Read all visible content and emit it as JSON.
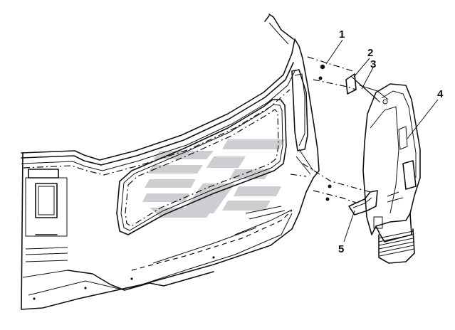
{
  "diagram": {
    "callouts": [
      {
        "id": "c1",
        "label": "1"
      },
      {
        "id": "c2",
        "label": "2"
      },
      {
        "id": "c3",
        "label": "3"
      },
      {
        "id": "c4",
        "label": "4"
      },
      {
        "id": "c5",
        "label": "5"
      }
    ],
    "colors": {
      "line": "#111111",
      "background": "#ffffff",
      "watermark": "#9aa0a6"
    },
    "watermark_icon": "stylized-logo-watermark"
  }
}
